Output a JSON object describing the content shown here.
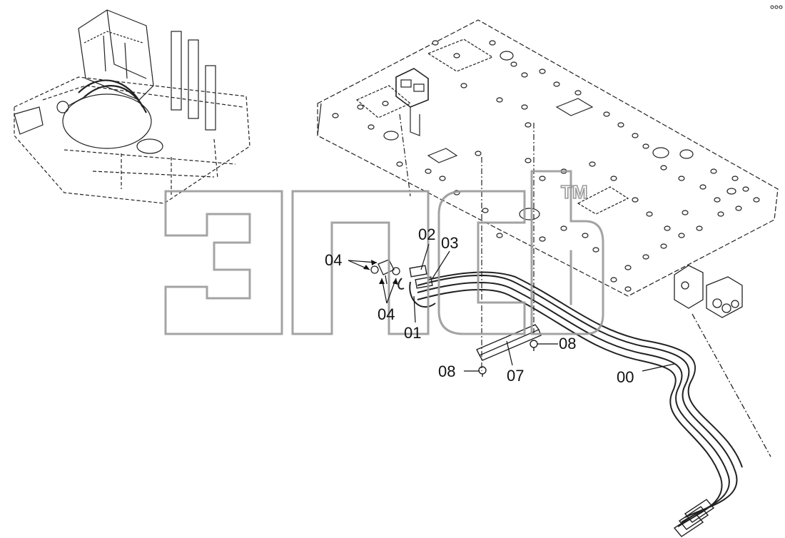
{
  "watermark": {
    "trademark": "TM"
  },
  "callouts": [
    {
      "id": "c-02",
      "label": "02"
    },
    {
      "id": "c-03",
      "label": "03"
    },
    {
      "id": "c-04a",
      "label": "04"
    },
    {
      "id": "c-04b",
      "label": "04"
    },
    {
      "id": "c-01",
      "label": "01"
    },
    {
      "id": "c-08a",
      "label": "08"
    },
    {
      "id": "c-08b",
      "label": "08"
    },
    {
      "id": "c-07",
      "label": "07"
    },
    {
      "id": "c-00",
      "label": "00"
    }
  ],
  "colors": {
    "line": "#222222",
    "watermark": "#9a9a9a"
  }
}
